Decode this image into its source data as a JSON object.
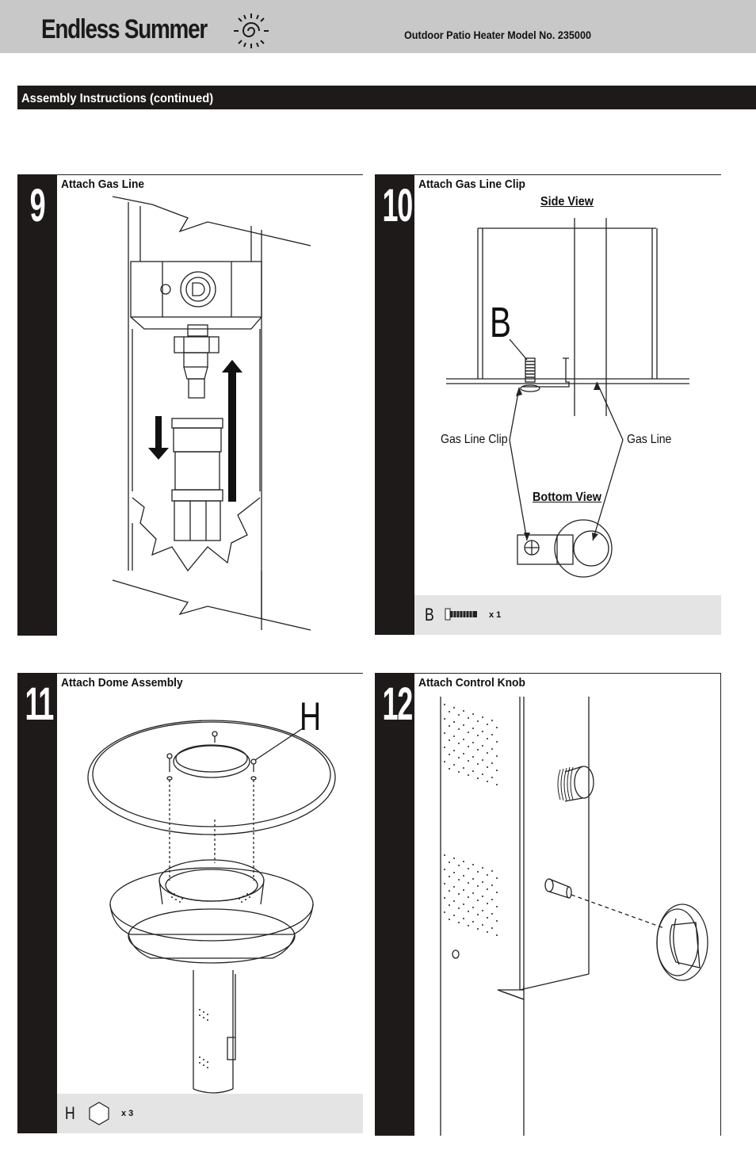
{
  "header": {
    "brand": "Endless Summer",
    "model": "Outdoor Patio Heater Model No. 235000"
  },
  "section": {
    "title": "Assembly Instructions (continued)"
  },
  "steps": [
    {
      "number": "9",
      "title": "Attach Gas Line"
    },
    {
      "number": "10",
      "title": "Attach Gas Line Clip",
      "labels": {
        "side_view": "Side View",
        "bottom_view": "Bottom View",
        "clip": "Gas Line Clip",
        "line": "Gas Line",
        "callout": "B"
      },
      "part": {
        "letter": "B",
        "qty": "x 1"
      }
    },
    {
      "number": "11",
      "title": "Attach Dome Assembly",
      "labels": {
        "callout": "H"
      },
      "part": {
        "letter": "H",
        "qty": "x 3"
      }
    },
    {
      "number": "12",
      "title": "Attach Control Knob"
    }
  ],
  "colors": {
    "header_bg": "#c8c8c8",
    "bar_bg": "#1e1a1a",
    "parts_bg": "#e4e4e4"
  }
}
